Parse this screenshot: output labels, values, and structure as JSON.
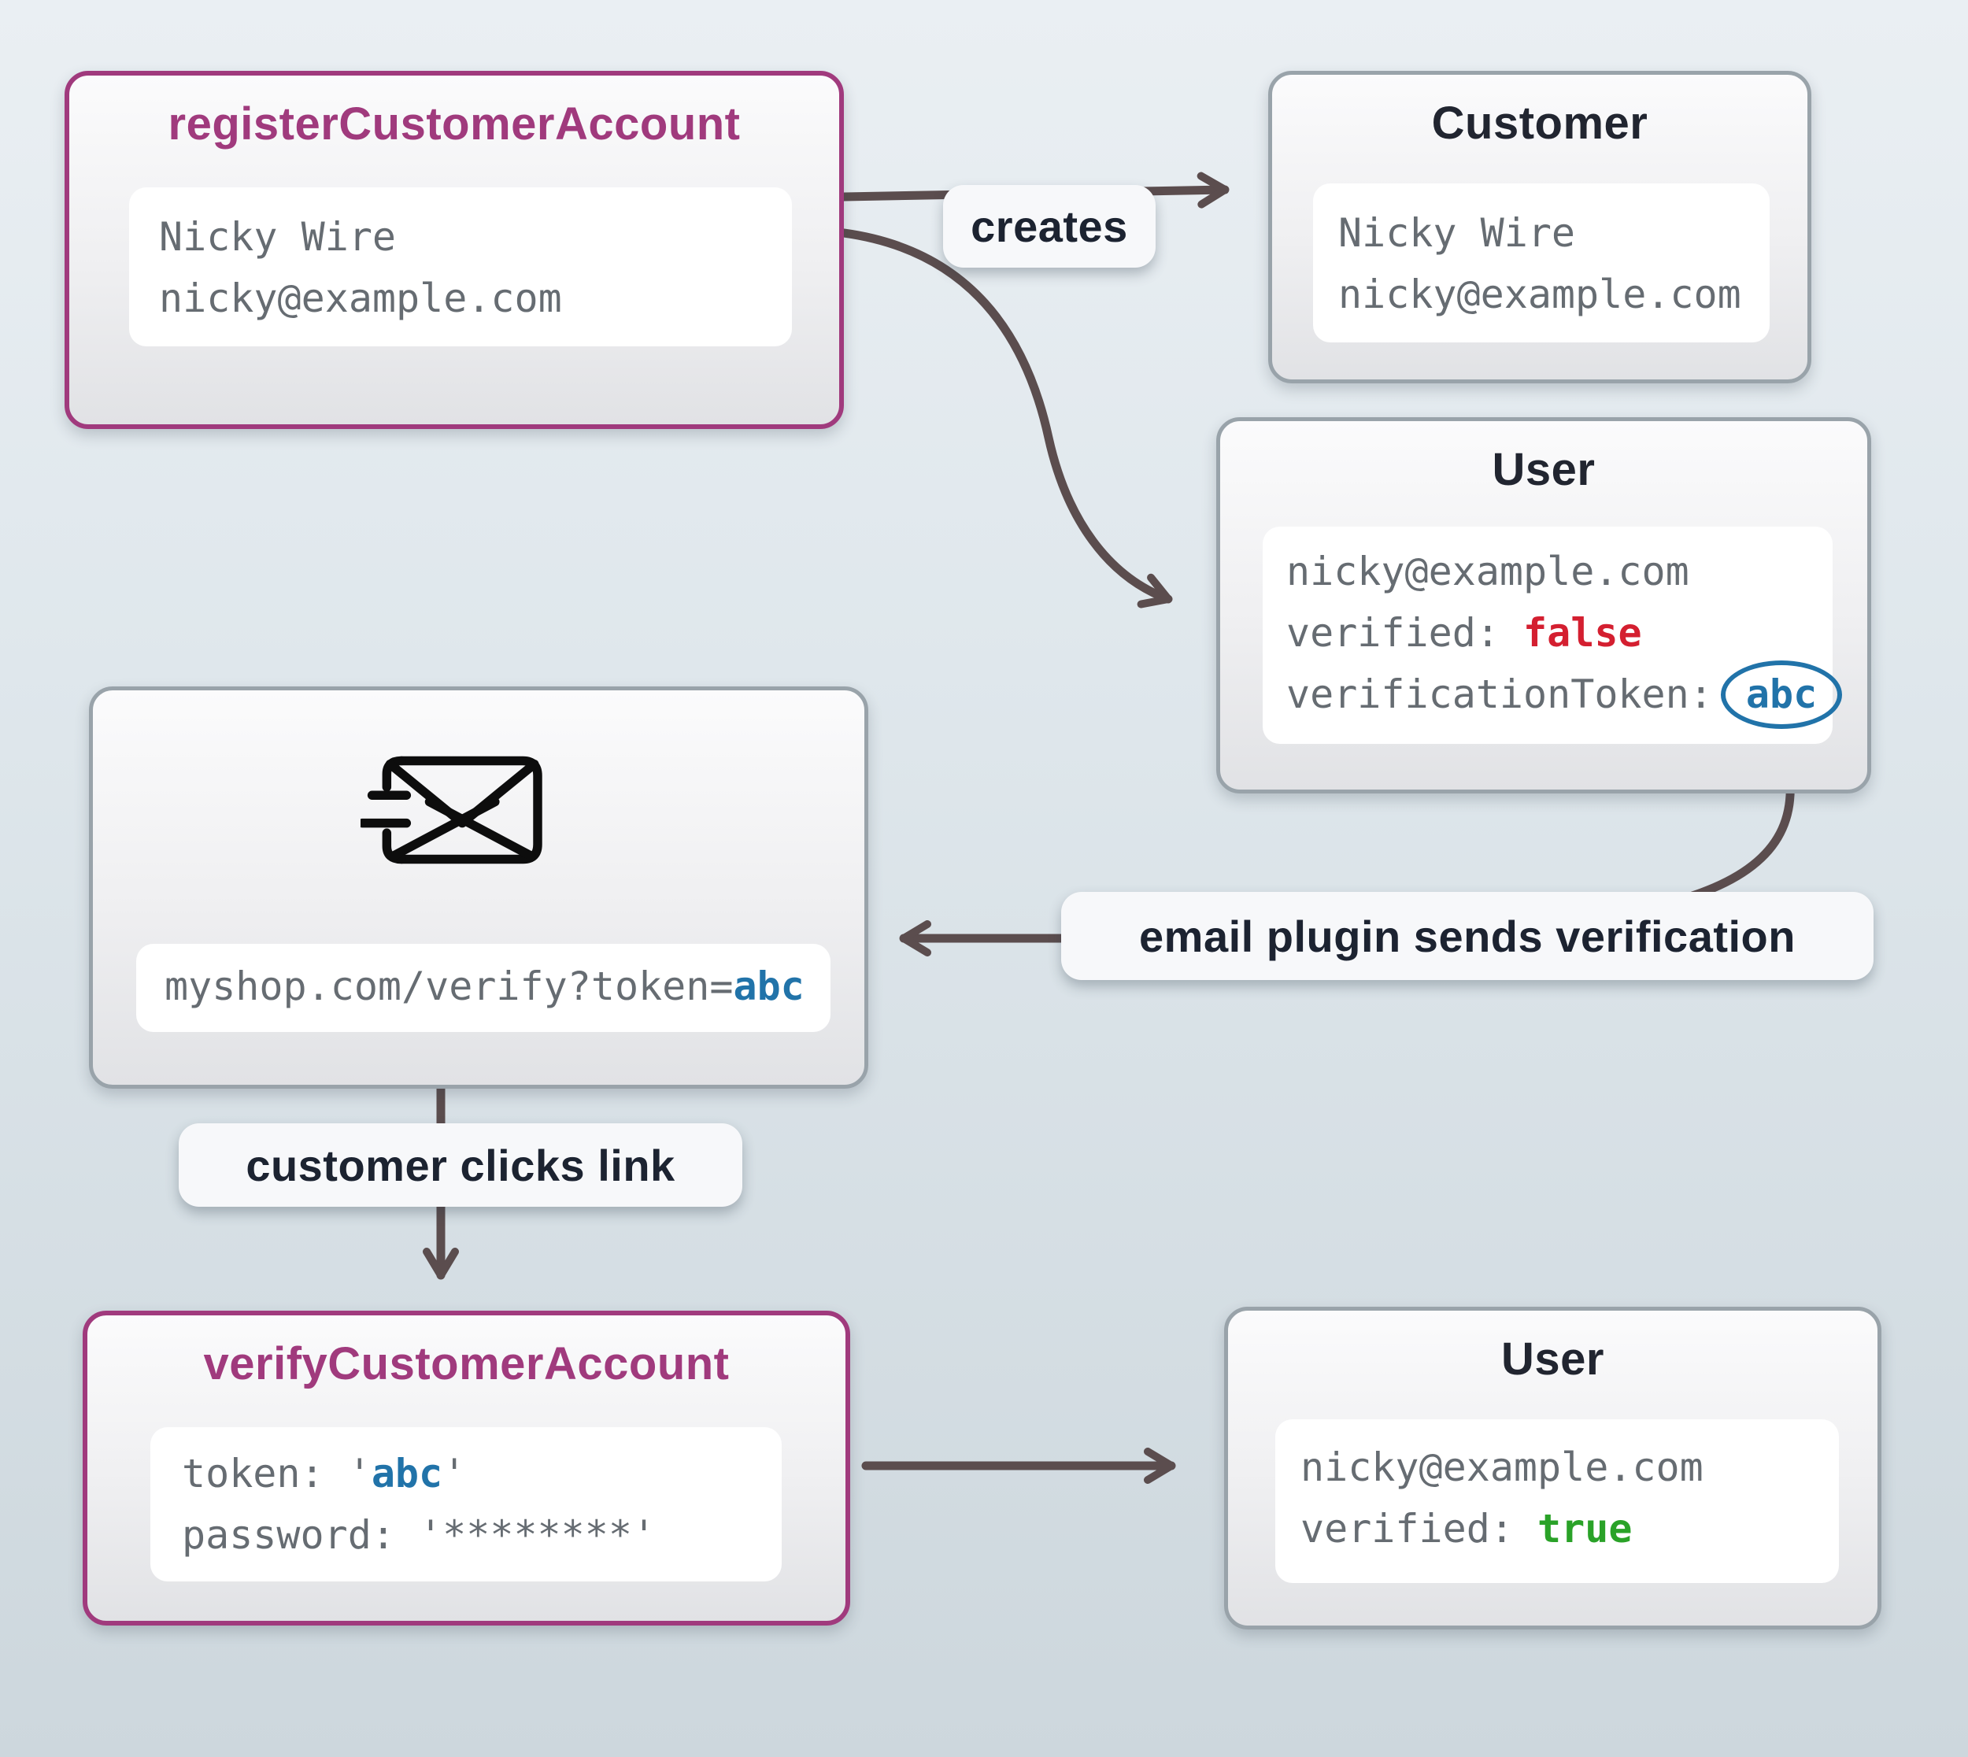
{
  "colors": {
    "background_top": "#eaeff3",
    "background_bottom": "#cdd7dd",
    "box_border_gray": "#99a3aa",
    "box_border_purple": "#a03a7d",
    "title_dark": "#212530",
    "title_purple": "#a03a7d",
    "mono_gray": "#666c72",
    "false_red": "#d41f30",
    "true_green": "#2aa228",
    "token_blue": "#2173a9",
    "arrow": "#5b4d4e",
    "label_text": "#1c2331"
  },
  "nodes": {
    "register": {
      "title": "registerCustomerAccount",
      "name": "Nicky Wire",
      "email": "nicky@example.com"
    },
    "customer": {
      "title": "Customer",
      "name": "Nicky Wire",
      "email": "nicky@example.com"
    },
    "user_mid": {
      "title": "User",
      "email": "nicky@example.com",
      "verified_key": "verified: ",
      "verified_val": "false",
      "token_key": "verificationToken:",
      "token_val": "abc"
    },
    "email": {
      "icon": "mail-send-icon",
      "url_prefix": "myshop.com/verify?token=",
      "url_token": "abc"
    },
    "verify": {
      "title": "verifyCustomerAccount",
      "token_key": "token: '",
      "token_val": "abc",
      "token_close": "'",
      "password_key": "password: ",
      "password_val": "'********'"
    },
    "user_bot": {
      "title": "User",
      "email": "nicky@example.com",
      "verified_key": "verified: ",
      "verified_val": "true"
    }
  },
  "labels": {
    "creates": "creates",
    "email_plugin": "email plugin sends verification",
    "clicks": "customer clicks link"
  }
}
